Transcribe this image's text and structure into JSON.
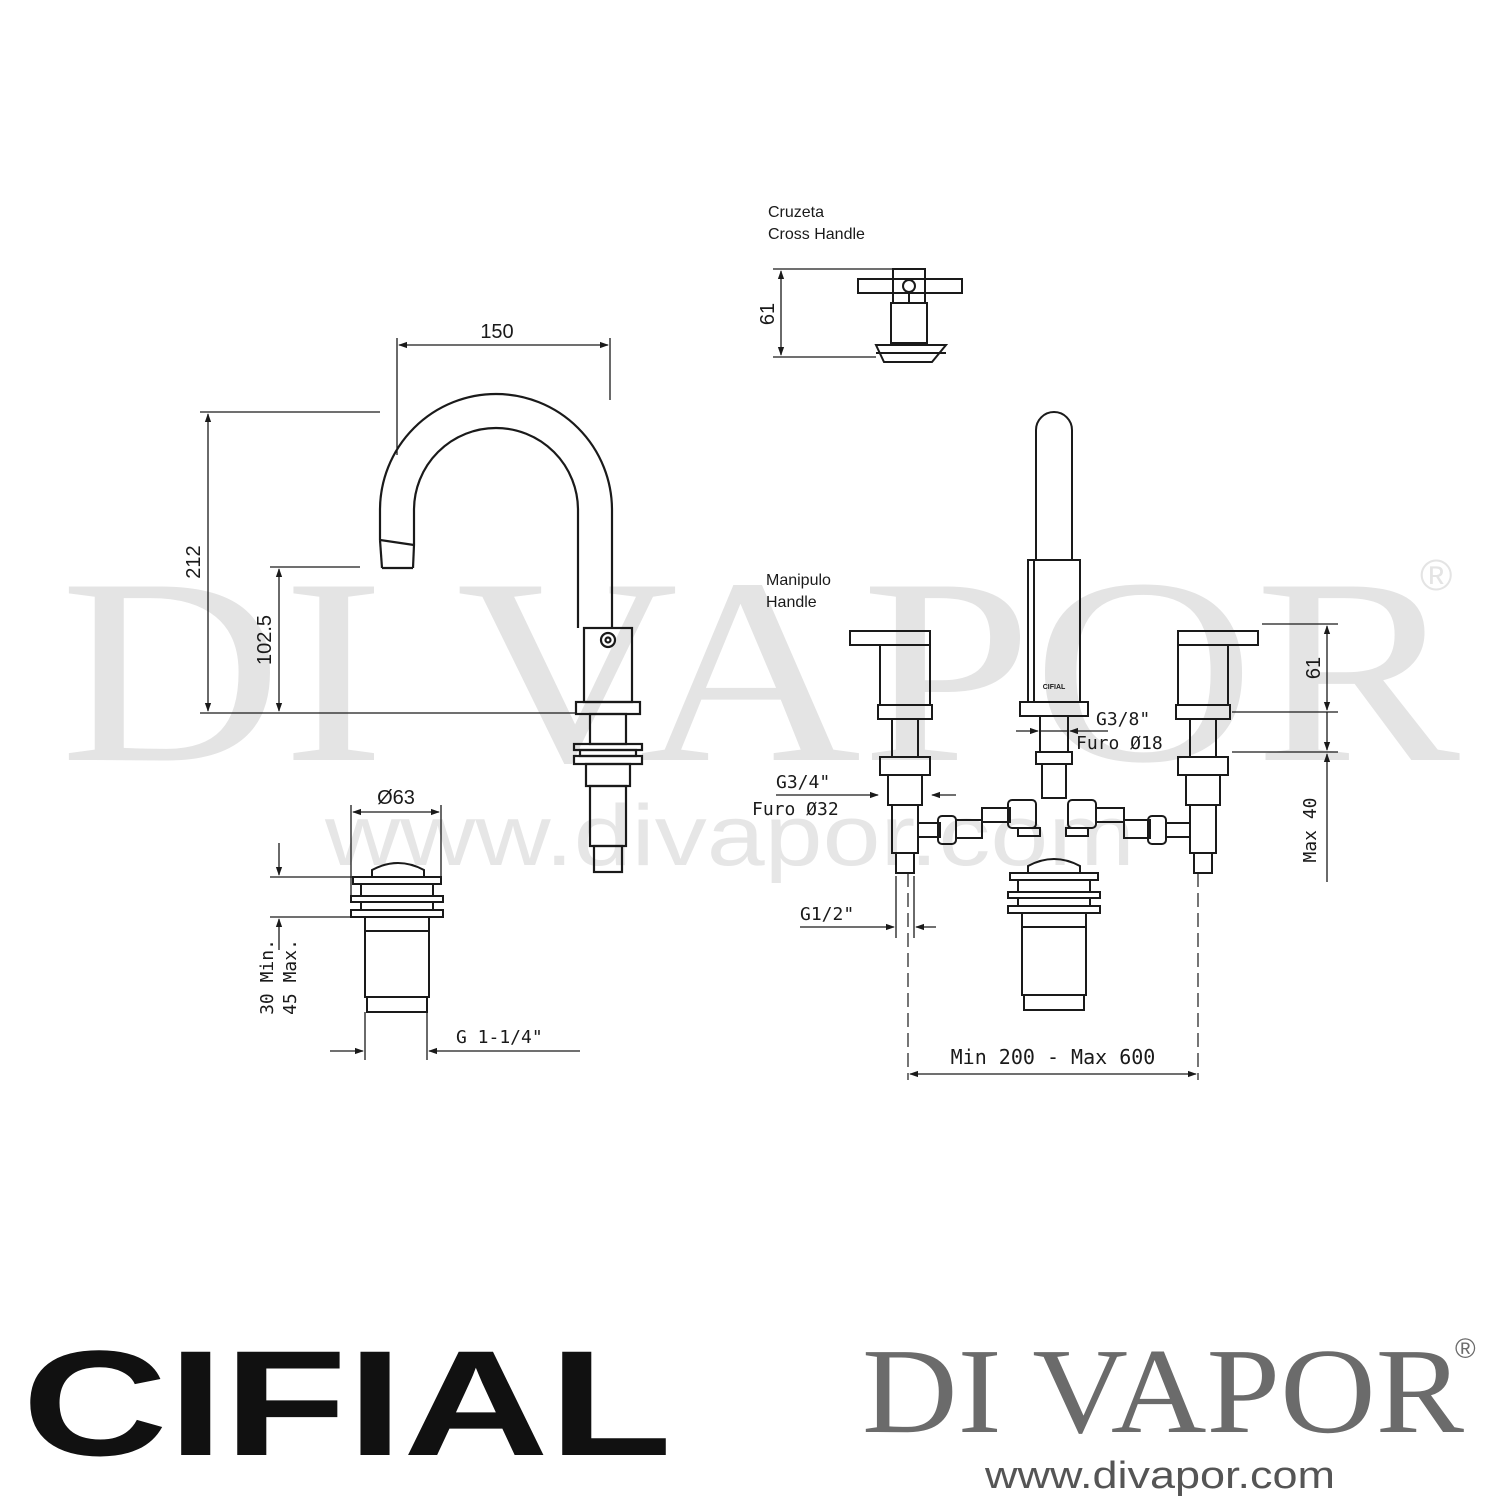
{
  "watermark": {
    "text": "DI VAPOR",
    "registered": "®",
    "url": "www.divapor.com"
  },
  "labels": {
    "cross_handle_pt": "Cruzeta",
    "cross_handle_en": "Cross Handle",
    "handle_pt": "Manipulo",
    "handle_en": "Handle"
  },
  "dimensions": {
    "spout_reach": "150",
    "spout_height": "212",
    "spout_outlet_height": "102.5",
    "cross_handle_height": "61",
    "handle_height": "61",
    "max_deck_thickness": "Max 40",
    "thread_center": "G3/8\"",
    "hole_center": "Furo Ø18",
    "thread_side": "G3/4\"",
    "hole_side": "Furo Ø32",
    "inlet_thread": "G1/2\"",
    "spacing": "Min 200 - Max 600",
    "waste_diameter": "Ø63",
    "waste_min": "30 Min.",
    "waste_max": "45 Max.",
    "waste_thread": "G 1-1/4\""
  },
  "brand": {
    "cifial": "CIFIAL",
    "divapor": "DI VAPOR",
    "registered": "®",
    "url": "www.divapor.com",
    "engraving": "CIFIAL"
  },
  "colors": {
    "line": "#1a1a1a",
    "watermark": "#e2e2e2",
    "divapor_logo": "#6b6b6b"
  }
}
